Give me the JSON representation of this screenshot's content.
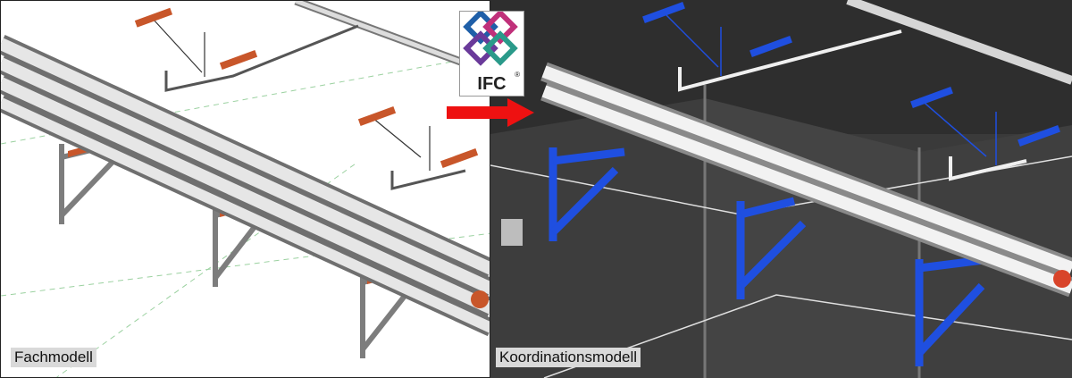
{
  "left_panel": {
    "caption": "Fachmodell"
  },
  "right_panel": {
    "caption": "Koordinationsmodell"
  },
  "logo": {
    "text": "IFC",
    "registered": "®"
  },
  "colors": {
    "pipe": "#d8d8d8",
    "bracket_left": "#8c8c8c",
    "hanger_left": "#c8562a",
    "bracket_right": "#1f4fe0",
    "arrow": "#ee1111",
    "wall": "#3a3a3a"
  }
}
